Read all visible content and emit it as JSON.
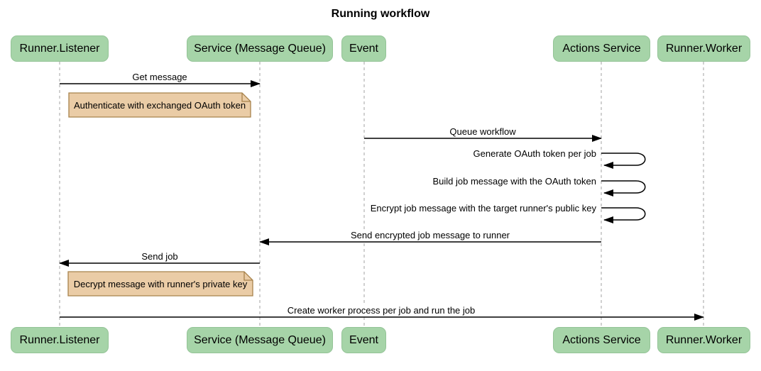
{
  "diagram": {
    "type": "sequence",
    "title": "Running workflow"
  },
  "participants": [
    {
      "label": "Runner.Listener"
    },
    {
      "label": "Service (Message Queue)"
    },
    {
      "label": "Event"
    },
    {
      "label": "Actions Service"
    },
    {
      "label": "Runner.Worker"
    }
  ],
  "messages": [
    {
      "label": "Get message",
      "from": "Runner.Listener",
      "to": "Service (Message Queue)",
      "kind": "solid-arrow"
    },
    {
      "label": "Queue workflow",
      "from": "Event",
      "to": "Actions Service",
      "kind": "solid-arrow"
    },
    {
      "label": "Generate OAuth token per job",
      "from": "Actions Service",
      "to": "Actions Service",
      "kind": "self-loop"
    },
    {
      "label": "Build job message with the OAuth token",
      "from": "Actions Service",
      "to": "Actions Service",
      "kind": "self-loop"
    },
    {
      "label": "Encrypt job message with the target runner's public key",
      "from": "Actions Service",
      "to": "Actions Service",
      "kind": "self-loop"
    },
    {
      "label": "Send encrypted job message to runner",
      "from": "Actions Service",
      "to": "Service (Message Queue)",
      "kind": "solid-arrow"
    },
    {
      "label": "Send job",
      "from": "Service (Message Queue)",
      "to": "Runner.Listener",
      "kind": "solid-arrow"
    },
    {
      "label": "Create worker process per job and run the job",
      "from": "Runner.Listener",
      "to": "Runner.Worker",
      "kind": "solid-arrow"
    }
  ],
  "notes": [
    {
      "label": "Authenticate with exchanged OAuth token",
      "position": "right of Runner.Listener"
    },
    {
      "label": "Decrypt message with runner's private key",
      "position": "right of Runner.Listener"
    }
  ],
  "colors": {
    "background": "#FFFFFF",
    "actor_fill": "#A6D4A8",
    "actor_border": "#94C497",
    "note_fill": "#EACCA6",
    "note_border": "#A8834C",
    "lifeline": "#A0A0A0",
    "arrow": "#000000",
    "text": "#000000"
  }
}
